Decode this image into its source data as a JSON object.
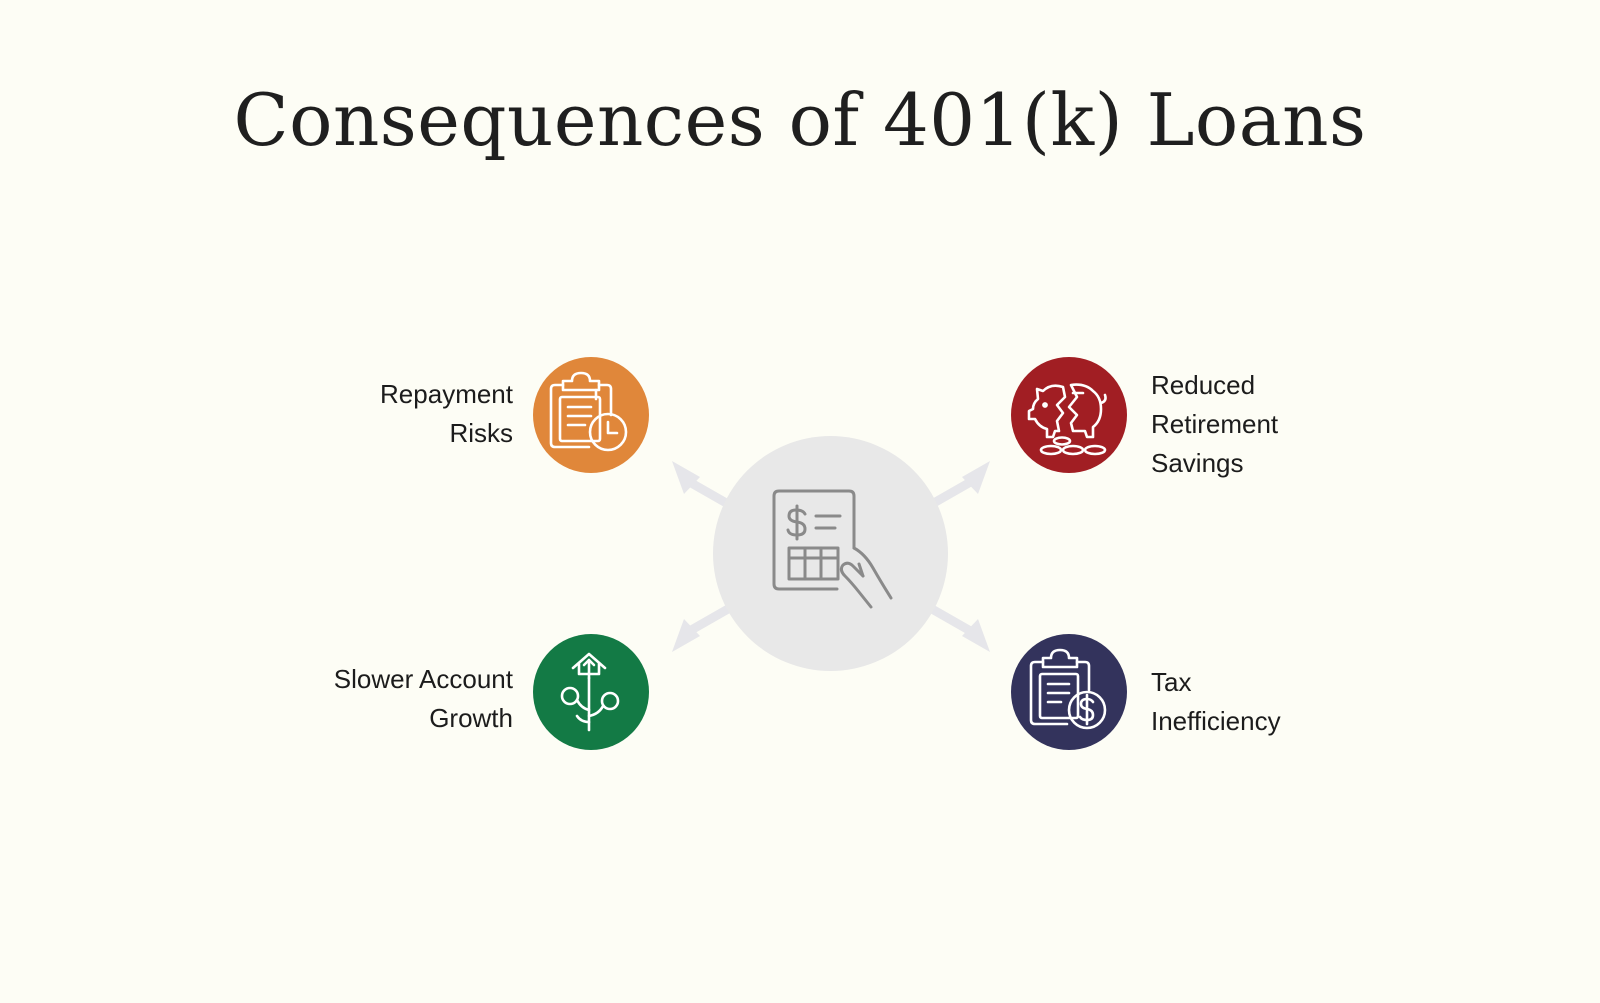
{
  "title": "Consequences of 401(k) Loans",
  "hub": {
    "icon": "calculator-in-hand-icon"
  },
  "consequences": [
    {
      "lines": [
        "Repayment",
        "Risks"
      ],
      "icon": "clipboard-clock-icon",
      "color": "#e0873a"
    },
    {
      "lines": [
        "Reduced",
        "Retirement",
        "Savings"
      ],
      "icon": "broken-piggy-bank-icon",
      "color": "#a11e23"
    },
    {
      "lines": [
        "Slower Account",
        "Growth"
      ],
      "icon": "growth-plant-icon",
      "color": "#137a45"
    },
    {
      "lines": [
        "Tax",
        "Inefficiency"
      ],
      "icon": "clipboard-dollar-icon",
      "color": "#33335c"
    }
  ],
  "colors": {
    "background": "#fdfdf5",
    "hub": "#e8e8e8",
    "arrow": "#e6e6ea"
  }
}
